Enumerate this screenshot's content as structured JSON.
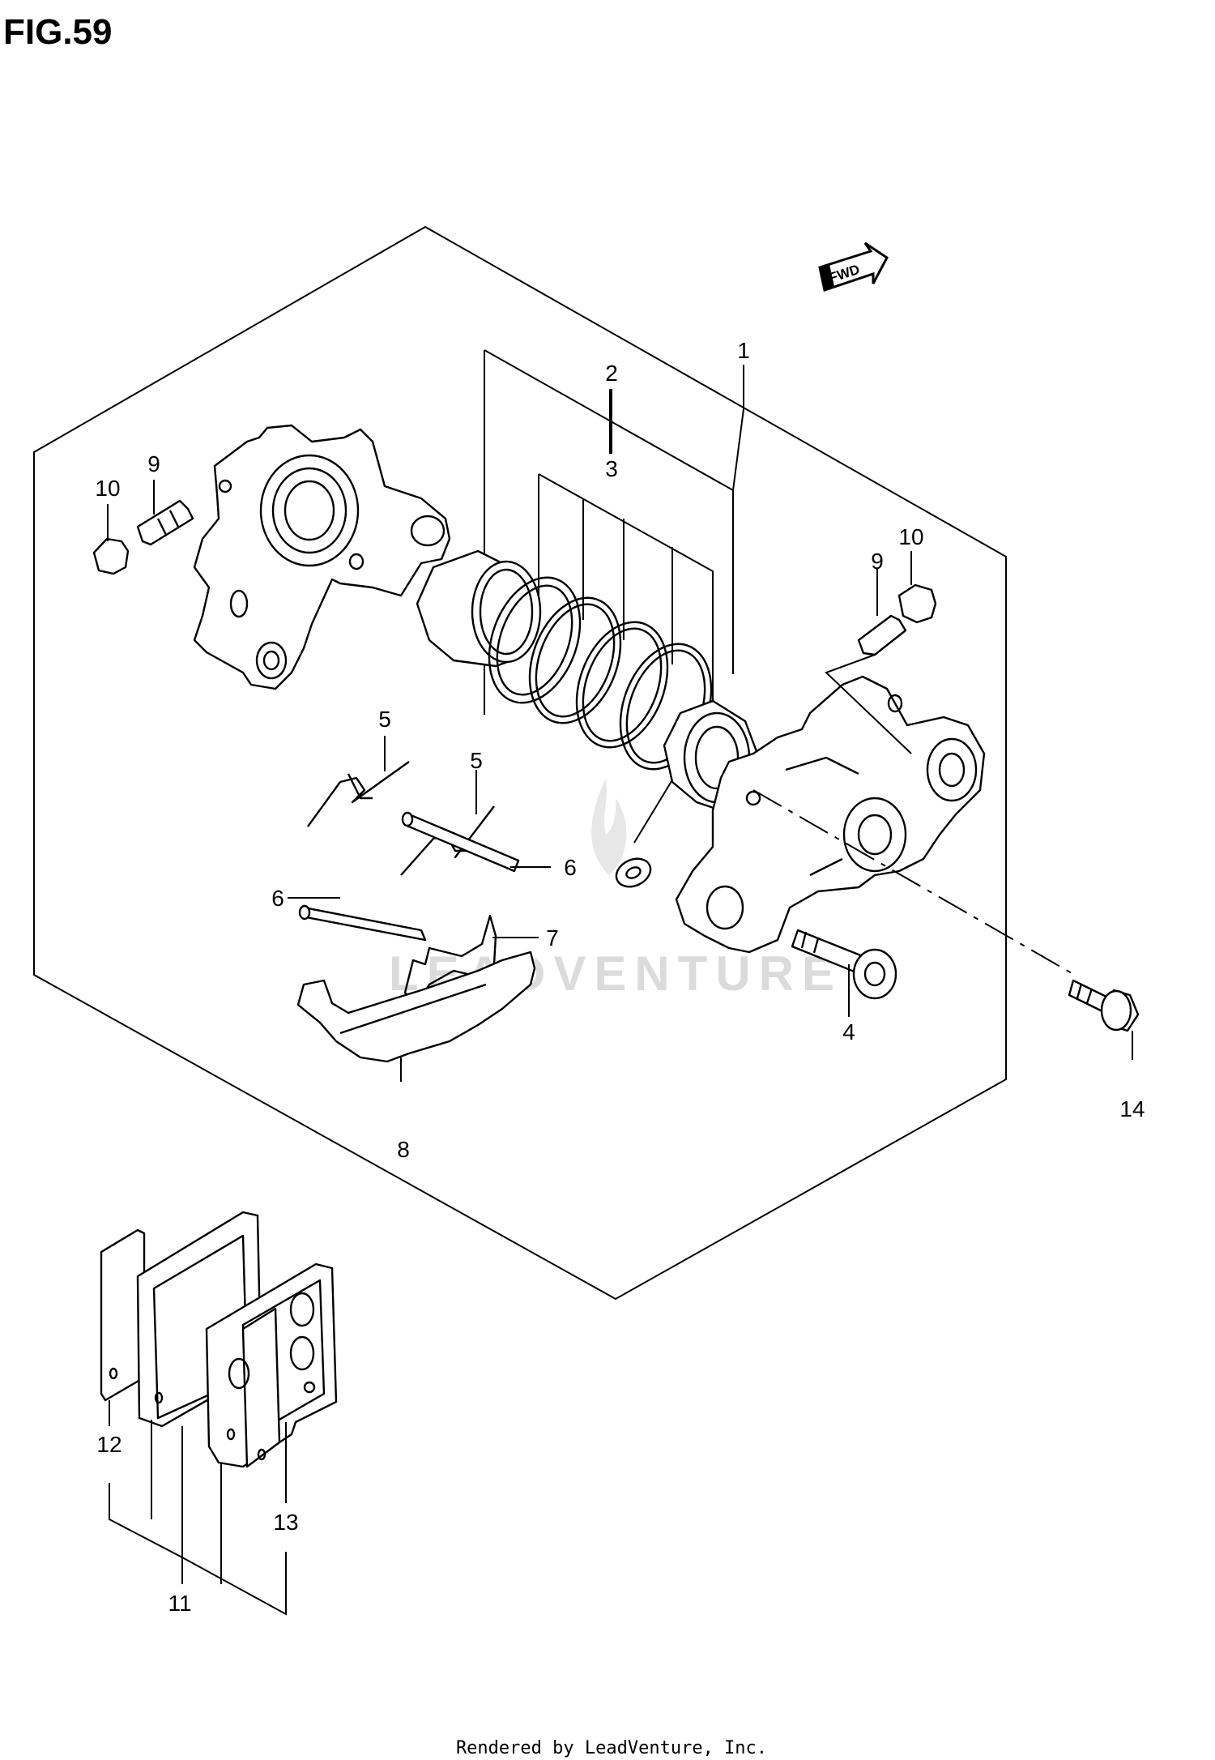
{
  "figure": {
    "title": "FIG.59"
  },
  "direction_badge": {
    "label": "FWD"
  },
  "callouts": {
    "c1": "1",
    "c2": "2",
    "c3": "3",
    "c4": "4",
    "c5a": "5",
    "c5b": "5",
    "c6a": "6",
    "c6b": "6",
    "c7": "7",
    "c8": "8",
    "c9a": "9",
    "c9b": "9",
    "c10a": "10",
    "c10b": "10",
    "c11": "11",
    "c12": "12",
    "c13": "13",
    "c14": "14"
  },
  "watermark": {
    "text": "LEADVENTURE"
  },
  "footer": {
    "text": "Rendered by LeadVenture, Inc."
  }
}
